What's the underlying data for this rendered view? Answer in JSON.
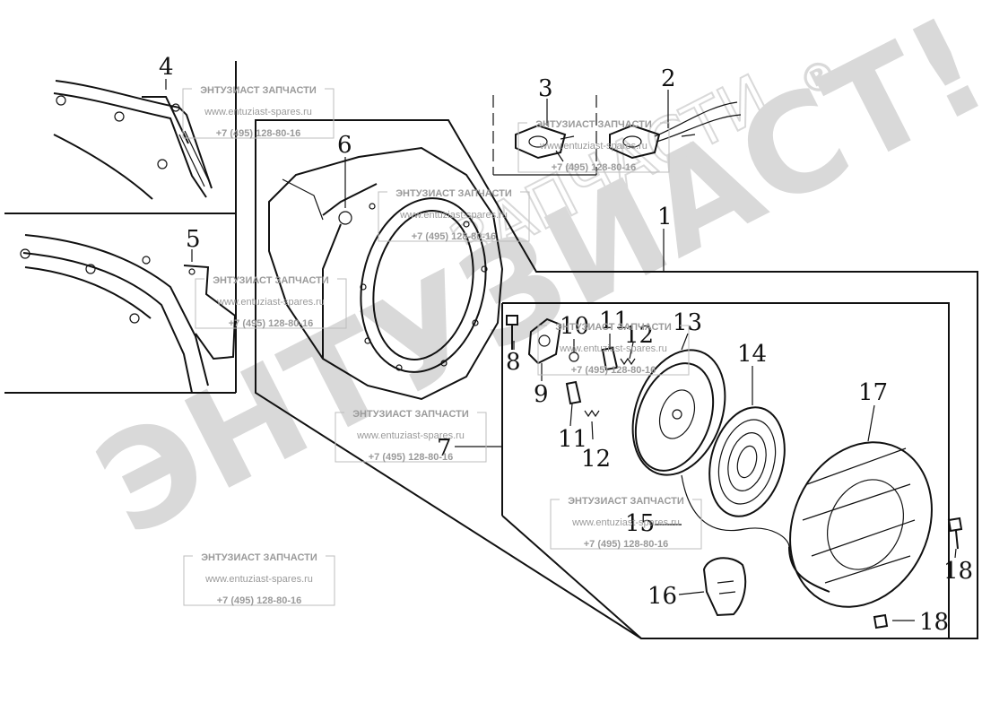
{
  "watermark": {
    "big_text": "ЭНТУЗИАСТ!",
    "arc_text": "ЗАПЧАСТИ",
    "registered_mark": "®",
    "stamp_title": "ЭНТУЗИАСТ ЗАПЧАСТИ",
    "stamp_url": "www.entuziast-spares.ru",
    "stamp_phone": "+7 (495) 128-80-16"
  },
  "callouts": {
    "c1": "1",
    "c2": "2",
    "c3": "3",
    "c4": "4",
    "c5": "5",
    "c6": "6",
    "c7": "7",
    "c8": "8",
    "c9": "9",
    "c10": "10",
    "c11a": "11",
    "c11b": "11",
    "c12a": "12",
    "c12b": "12",
    "c13": "13",
    "c14": "14",
    "c15": "15",
    "c16": "16",
    "c17": "17",
    "c18a": "18",
    "c18b": "18"
  },
  "colors": {
    "line": "#111111",
    "watermark": "#d9d9d9",
    "stamp_text": "#9a9a9a"
  }
}
